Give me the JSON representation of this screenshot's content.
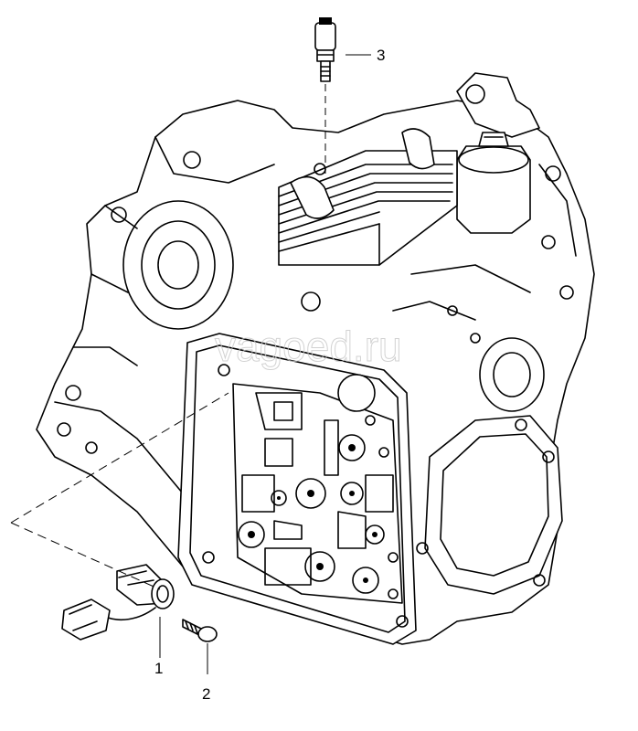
{
  "callouts": {
    "part_1": "1",
    "part_2": "2",
    "part_3": "3"
  },
  "watermark": "vagoed.ru"
}
